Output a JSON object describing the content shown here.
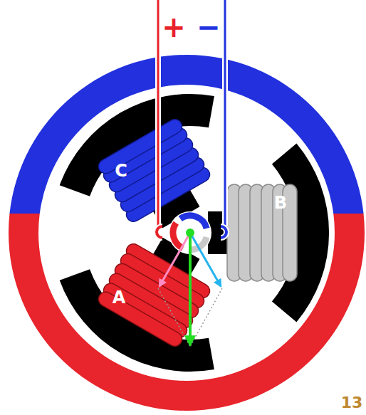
{
  "diagram": {
    "labels": [
      "+",
      "−",
      "C",
      "B",
      "A",
      "13"
    ]
  }
}
